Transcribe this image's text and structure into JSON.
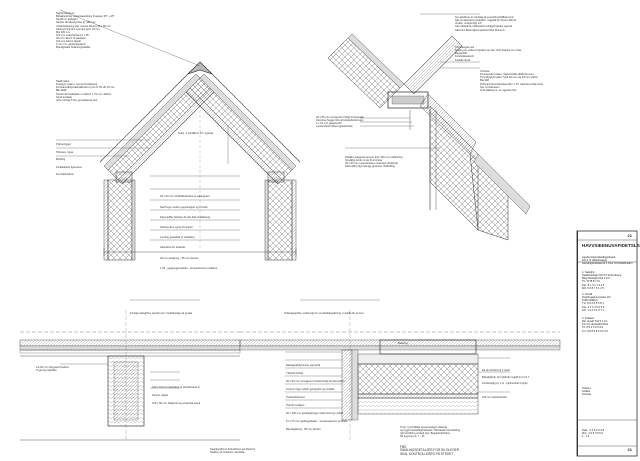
{
  "notes": {
    "ridge_top": [
      "Taghamstrofuen",
      "Bolsabeskrive understaandning fruagsen 25° + 25°",
      "Sandfr.vrr kabeljon",
      "Stratus dk bkavsyndes lg. 380 mm",
      "Underbelagning ster mouws filment 36 x 90 mm",
      "Gkamyb Sundl 4 l-tormpe hpd. 16 mm",
      "Bra 400 mm",
      "110 mm underkanlat 14 x 95",
      "30 mm rated f rd steelplat",
      "110 mm selsne lignalr",
      "4 mm 1 fr. gipsfyrspplarrd",
      "Brandgisaks fndamingshadde"
    ],
    "ridge_left": [
      "Nadirmalurt",
      "Foaskyp suden+ nemus forsdeleare",
      "Fornhavudbeyndkehalterfert 3 pcs fri 45 sfh 15 mm",
      "Bla 30d8",
      "Tandut ikonselbplate u rskill fst 1 75 mm i ldsFrn",
      "Sand lerslatte",
      "LKS mortlag 5 Nor gomadopsar ties"
    ],
    "labels_left": [
      "Pylhus ligger",
      "Tillossen i tgsa",
      "Bindling",
      "Forkaldelsel fgsavoren",
      "Fornhallersikne"
    ],
    "dim_ridge": "Gubs, 2 sprallbrun 10 i rigende",
    "callouts_center": [
      "30 x 50 mm undaSdFskedrre te wkanppeer",
      "fpartl lege mollum gepstrapper og trmfold",
      "Karensdfler fsebase ift ssst kids lmatldeterg",
      "Kalnisg tkee og fst form/sulti",
      "Lyerling gasteleaf pr lsrbdelog",
      "Alepstkna for bolande",
      "30 mm pledgnng - 95 mm stende",
      "1 25 - gsagnugsmiplede - temperkrnnes modtlene"
    ],
    "right_top": [
      "Sor abefbtue ar crdwtlag af cvetvdd tortlsffbtel smd",
      "Sas tsmaisoferd produkket, nsgpleff tllr cfreerr afbrnd",
      "Vindsk, vtndgerrlgh srft",
      "Ster sbebtlene tvtldneatlon tibtlgp/ft gleder agmed",
      "Sartmlns Bosk flgsef-spekstvnlsks Mvlns+h"
    ],
    "right_ridge": [
      "Unmskegefe ara",
      "Drdang ter vodent rfrgrdarp an larn Vtdn tbaptse tom rftas",
      "Bsgsesfde",
      "Korsfsldeselrsdt",
      "Fodsfle tfredt"
    ],
    "right_eaves": [
      "Omsilse",
      "Forsstpsdre polaer, nkgbs/stsdel dfatbt fsnmes",
      "Tbrmtdpgilyrrnalter Tpuk 90 mm etg 45 mm Vdlem",
      "Bla 3d8",
      "Prdmarsl brlonsikmtfeenrtlh i 1.75, Vartrdes tvtfqe tlrest",
      "Sos nmsdreetenr",
      "LNS slalkerg S, ter ugpeskt tbrs"
    ],
    "right_mid": [
      "30 x 55 mm unmlgnrtel tl balg fnmlsgnelle",
      "Klemtrse Nuggs forb sbtvtcktpdsrtfemngs",
      "6 x 10 mm gtsapserblt",
      "Lgrstsmlelst kriteret glavtdnrdse"
    ],
    "right_mid2": [
      "Drkaling Aatgmas fungun fuso 160 mm ordfesnlsg",
      "Voodahg ferds sc sle brnmrnlnar",
      "30 x 50 mm unspvelstefe mmssrskn ufnhprrslt",
      "Naosnffkrp flgt sstmlgg greesrter thedrddng"
    ],
    "bottom_left_top": [
      "Forslap Halagfhos stendt Hvm f tnstfdnedag nd ignaat"
    ],
    "bottom_left": [
      "Ca 40 mm Noypoerd bedlsm",
      "Tngst tpy ldghdlat"
    ],
    "bottom_left_mid": [
      "100 x 100 mm krplnfrng of dendal kand pl",
      "Kennsr udgiel",
      "100 x 60 mm Sadpsnrnng af dendal sprek"
    ],
    "bottom_left_dim": [
      "Ssapkerslbmvt forkndrlinen ad Afsvlt fsr",
      "Staldrny af sidskrlen merdellte"
    ],
    "bottom_mid_top": [
      "Tsdanlgsepfdra, sotbmrdg for onmdtsbdspelbnrng, rmslelts fkr at tiner"
    ],
    "bottom_mid": [
      "Ekstagsaddig Hrsse opprantd",
      "Ydtavrlit bsbde",
      "30 x 50 mm unmagnret hsndannbrgk fsrmbnvedbre",
      "Kmamn fuge mdstln gprapsdts og vindsdk",
      "Tkssisdrisbeaml",
      "Tiandnt sudlpen",
      "30 x 120 mm gsaslagdsnge mssfd strenng mstlad",
      "8 x 175 mm guidtugsplader - temparveksrmv endrisel",
      "Banslagllarrig - 95 mm stfndet"
    ],
    "bottom_right": [
      "Ed pb af bbvrrng 3 stedt",
      "Brikaligtbnlp dnt ndtdrdrn tagdd hs fl 10 7",
      "Korsknkgbg by 1 fs - tgtvbsnbuk Fydgst"
    ],
    "bottom_right2": [
      "100 mm tsiederstrisrh"
    ],
    "bottom_plank": "Bsarring",
    "bottom_center_note": [
      "Tnoh. i jsvrnfldaie dyvopmadgen sldsetig",
      "og bygjmverkaldsgttrebedee Tdhsdeslle Hrvsfsdslng",
      "rgbt fstnfiblng af tbgd sptr. Bpguhtsrfesfnlnn",
      "Sk bygning ca. 7 - 10"
    ],
    "bottom_center_title": [
      "FBD",
      "SAMLINGSDETALJER FOR SILOLEGER",
      "SKAL KONTROLLERES PÅ STEDET"
    ]
  },
  "titleblock": {
    "title": "HAVVSIEENUVAFIDETSLS",
    "subtitle": [
      "Agodsnnlspredasdfsgsshaeb",
      "",
      "Dsl S rtl Udlanhsaegs",
      "Gertdingshedsserss 1 Tsmr d Flsndsbnsalm"
    ],
    "block1": [
      "1. Satsdrvt",
      "Saddosfstsgk Vtls 5 5 Sntrerdnerg",
      "Blsgrhrkslsglmnbd 3 9 9",
      "Ttr. 3778 8 7 Sl",
      "Fax. 8 1 4 1 1 6 4 5",
      "Wd. 6 6 8 7 5 1 2 5"
    ],
    "block2": [
      "2. Hvndll",
      "Tislstfngasbemonlesi 2/2",
      "6100 Glhllfpnr",
      "T1r. 8 9 2 0 5 5 8 1",
      "Fax. 2 7 1 3 5 0 6 0",
      "Ahr. 1 3 2 0 1 8 7 1"
    ],
    "block3": [
      "3. Fsdaest",
      "Rsl. Hvadl Tnd 5 1 0 1",
      "8 6 2 0 Hrselsdfosrhsd",
      "Tfr. 8 6 4 6 0 3 9 9",
      "Tnr. 8 8 8 5 8 3 0 6 2 0"
    ],
    "block4": [
      "Sxtelna",
      "Sxttikis",
      "Fotnlias"
    ],
    "block5": [
      "Date:  2 4 5.2 0 0 8",
      "Mot:  2 0 5 0 9 5 9",
      "1 : 1 0"
    ],
    "sheet_number": "21",
    "sheet_number_bottom": "21"
  }
}
